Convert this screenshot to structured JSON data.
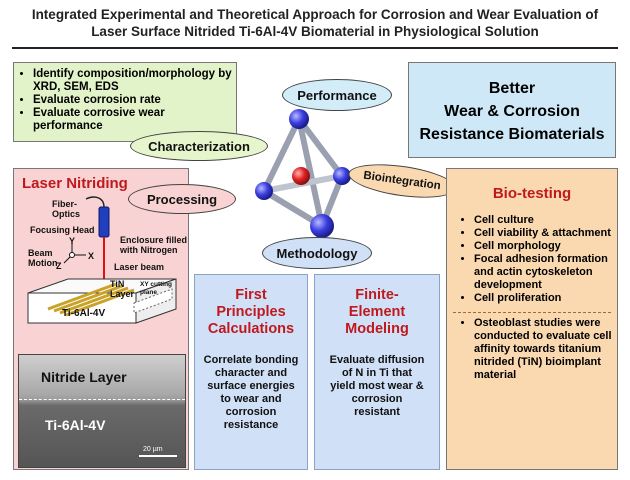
{
  "title": {
    "line1": "Integrated Experimental and Theoretical Approach for Corrosion and Wear Evaluation of",
    "line2": "Laser Surface Nitrided Ti-6Al-4V Biomaterial in Physiological Solution"
  },
  "characterization_list": [
    "Identify composition/morphology by XRD, SEM, EDS",
    "Evaluate corrosion rate",
    "Evaluate corrosive wear performance"
  ],
  "goal": {
    "line1": "Better",
    "line2": "Wear & Corrosion",
    "line3": "Resistance Biomaterials"
  },
  "nodes": {
    "performance": "Performance",
    "characterization": "Characterization",
    "processing": "Processing",
    "biointegration": "Biointegration",
    "methodology": "Methodology"
  },
  "laser": {
    "title": "Laser Nitriding",
    "fiber_optics": "Fiber-\nOptics",
    "focusing_head": "Focusing Head",
    "enclosure": "Enclosure filled\nwith Nitrogen",
    "beam_motion": "Beam\nMotion",
    "laser_beam": "Laser beam",
    "axis_x": "X",
    "axis_y": "Y",
    "axis_z": "Z",
    "tin_layer": "TiN\nLayer",
    "xy_plane": "XY cutting\nplane",
    "substrate": "Ti-6Al-4V",
    "nitride_layer": "Nitride Layer",
    "micro_substrate": "Ti-6Al-4V",
    "scale": "20 µm"
  },
  "first_principles": {
    "title": "First\nPrinciples\nCalculations",
    "body": "Correlate bonding\ncharacter and\nsurface energies\nto wear and\ncorrosion\nresistance"
  },
  "finite_element": {
    "title": "Finite-\nElement\nModeling",
    "body": "Evaluate diffusion\nof N in Ti that\nyield most wear &\ncorrosion\nresistant"
  },
  "biotesting": {
    "title": "Bio-testing",
    "items": [
      "Cell culture",
      "Cell viability & attachment",
      "Cell morphology",
      "Focal adhesion formation and actin cytoskeleton development",
      "Cell proliferation"
    ],
    "note": "Osteoblast studies were conducted to evaluate cell affinity towards titanium nitrided (TiN) bioimplant material"
  },
  "colors": {
    "green_bg": "#e3f3c9",
    "blue_bg": "#cfe8f7",
    "pink_bg": "#f9d3d3",
    "methodology_bg": "#cfe0f7",
    "orange_bg": "#fbd9b0",
    "sphere_blue": "#3b3fe0",
    "sphere_red": "#e02020",
    "heading_red": "#c0191d"
  }
}
